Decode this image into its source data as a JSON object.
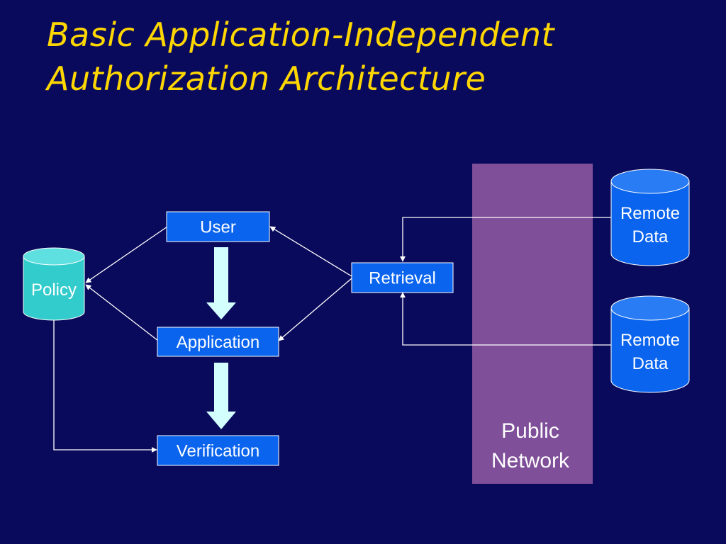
{
  "title": {
    "line1": "Basic Application-Independent",
    "line2": "Authorization Architecture"
  },
  "nodes": {
    "user": "User",
    "application": "Application",
    "verification": "Verification",
    "retrieval": "Retrieval",
    "policy": "Policy",
    "remote_data_1": {
      "line1": "Remote",
      "line2": "Data"
    },
    "remote_data_2": {
      "line1": "Remote",
      "line2": "Data"
    },
    "public_network": {
      "line1": "Public",
      "line2": "Network"
    }
  },
  "colors": {
    "background": "#0a0a5c",
    "title": "#ffd700",
    "box_fill": "#0a64ee",
    "database_fill": "#0a64ee",
    "policy_fill": "#33cccc",
    "public_network_fill": "#7f4f99",
    "flow_arrow_fill": "#d4ffff",
    "connector": "#ffffff"
  }
}
